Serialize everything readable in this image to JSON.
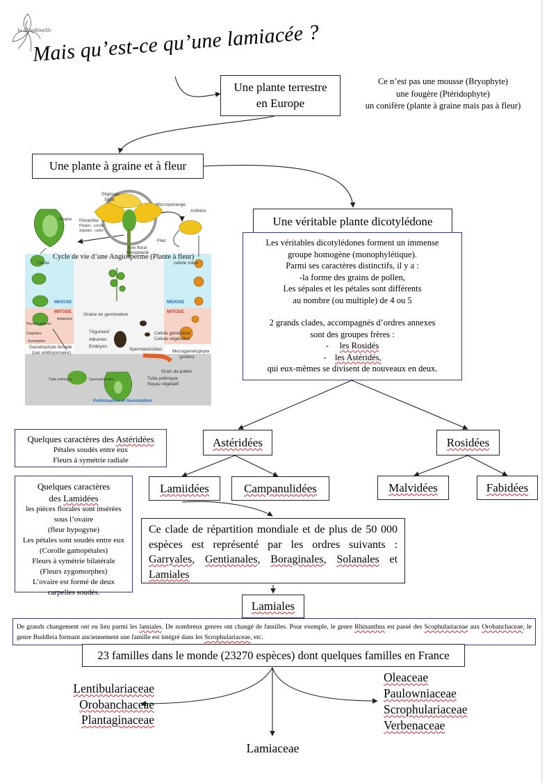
{
  "logo": {
    "text": "la dauphinelle"
  },
  "title": "Mais qu’est-ce qu’une lamiacée ?",
  "node_terrestre": {
    "line1": "Une plante terrestre",
    "line2": "en Europe"
  },
  "note_not": {
    "line1": "Ce n’est pas une mousse (Bryophyte)",
    "line2": "une fougère (Ptéridophyte)",
    "line3": "un conifère (plante à graine mais pas à fleur)"
  },
  "node_graine": "Une plante à graine et à fleur",
  "node_dicot": "Une véritable plante dicotylédone",
  "dicot_desc": {
    "l1": "Les véritables dicotylédones forment un immense",
    "l2": "groupe homogène (monophylétique).",
    "l3": "Parmi ses caractères distinctifs, il y a :",
    "l4": "-la forme des grains de pollen,",
    "l5": "Les sépales et les pétales sont différents",
    "l6": "au nombre (ou multiple) de 4 ou 5",
    "l7": "2 grands clades, accompagnés d’ordres annexes",
    "l8": "sont des groupes frères :",
    "l9a": "-",
    "l9b": "les Rosidés",
    "l10a": "-",
    "l10b": "les Astéridés,",
    "l11": "qui eux-mêmes se divisent de nouveaux en deux."
  },
  "cycle": {
    "caption": "Cycle de vie d’une Angiosperme (Plante à fleur)",
    "labels": {
      "stigmate": "Stigmate",
      "style": "Style",
      "ovaire": "Ovaire",
      "perianthe": "Périanthe",
      "petales": "Pétales : corolle",
      "sepales": "Sépales : calice",
      "microsporange": "Microsporange",
      "anthere": "Anthère",
      "filet": "Filet",
      "axe": "Axe floral",
      "receptacle": "Réceptacle",
      "ovule": "Ovule",
      "cellule_mere": "cellule mère",
      "meiose_l": "MEIOSE",
      "meiose_r": "MEIOSE",
      "mitose_l": "MITOSE",
      "mitose_r": "MITOSE",
      "noyaux": "Noyaux polaires",
      "oosphere": "Oosphère",
      "antipodes": "Antipodes",
      "synergides": "Synergides",
      "gameto_f": "Gamétophyte femelle",
      "sac": "(sac embryonnaire)",
      "germination": "Graine en germination",
      "tegument": "Tégument",
      "albumen": "Albumen",
      "embryon": "Embryon",
      "cell_gen": "Cellule générative",
      "cell_veg": "Cellule végétative",
      "micro": "Microgamétophyte",
      "pollen_l": "(pollen)",
      "spermato": "Spermatozoïdes",
      "grain": "Grain de pollen",
      "tube": "Tube pollinique",
      "noyau_veg": "Noyau végétatif",
      "tube_l": "Tube pollinique",
      "spermato2": "Spermatozoïdes",
      "pollinisation": "Pollinisation et fécondation"
    }
  },
  "asteridees": "Astéridées",
  "rosidees": "Rosidées",
  "lamiidees": "Lamiidées",
  "campanulidees": "Campanulidées",
  "malvidees": "Malvidées",
  "fabidees": "Fabidées",
  "aster_chars": {
    "title_a": "Quelques caractères des ",
    "title_b": "Astéridées",
    "l1": "Pétales soudés entre eux",
    "l2": "Fleurs à symétrie radiale"
  },
  "lamid_chars": {
    "l1": "Quelques caractères",
    "l2a": "des ",
    "l2b": "Lamidées",
    "l3": "les pièces florales sont insérées",
    "l4": "sous l’ovaire",
    "l5": "(fleur hypogyne)",
    "l6": "Les pétales sont soudés entre eux",
    "l7": "(Corolle gamopétales)",
    "l8": "Fleurs à symétrie bilatérale",
    "l9": "(Fleurs zygomorphes)",
    "l10": "L’ovaire est formé de deux",
    "l11": "carpelles soudés."
  },
  "clade_text": {
    "l1": "Ce clade de répartition mondiale et de plus de 50 000",
    "l2": "espèces est représenté par les ordres suivants :",
    "o1": "Garryales",
    "sep1": ", ",
    "o2": "Gentianales",
    "sep2": ", ",
    "o3": "Boraginales",
    "sep3": ", ",
    "o4": "Solanales",
    "sep4": " et",
    "o5": "Lamiales"
  },
  "lamiales": "Lamiales",
  "changes": {
    "p1": "De grands changement ont eu lieu parmi les ",
    "w1": "lamiales",
    "p2": ". De nombreux genres ont changé de familles. Pour exemple, le genre ",
    "w2": "Rhinanthus",
    "p3": " est passé des ",
    "w3": "Scophulariaceae",
    "p4": " aux ",
    "w4": "Orobanchaceae",
    "p5": ", le genre Buddleia formant anciennement une famille est intégré dans les ",
    "w5": "Scrophulariaceae",
    "p6": ", etc."
  },
  "familles": "23 familles dans le monde (23270 espèces) dont quelques familles en France",
  "left_families": [
    "Lentibulariaceae",
    "Orobanchaceae",
    "Plantaginaceae"
  ],
  "right_families": [
    "Oleaceae",
    "Paulowniaceae",
    "Scrophulariaceae",
    "Verbenaceae"
  ],
  "bottom_family": "Lamiaceae",
  "colors": {
    "box_border": "#222222",
    "blue_border": "#2d3a8c",
    "meiose_band": "#cdeef5",
    "mitose_band": "#f7d3c8",
    "fecond_band": "#cfcfcf",
    "flower_yellow": "#f0c21a",
    "ovary_green": "#5aa832"
  }
}
